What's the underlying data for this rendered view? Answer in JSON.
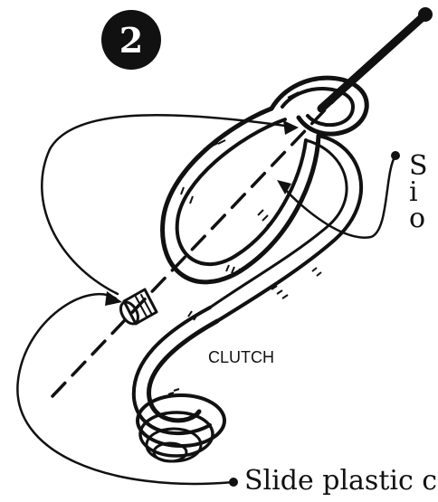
{
  "step": {
    "number": "2"
  },
  "labels": {
    "clutch": "CLUTCH"
  },
  "callouts": {
    "right_lines": [
      "S",
      "i",
      "o"
    ],
    "bottom_line": "Slide plastic cl"
  }
}
